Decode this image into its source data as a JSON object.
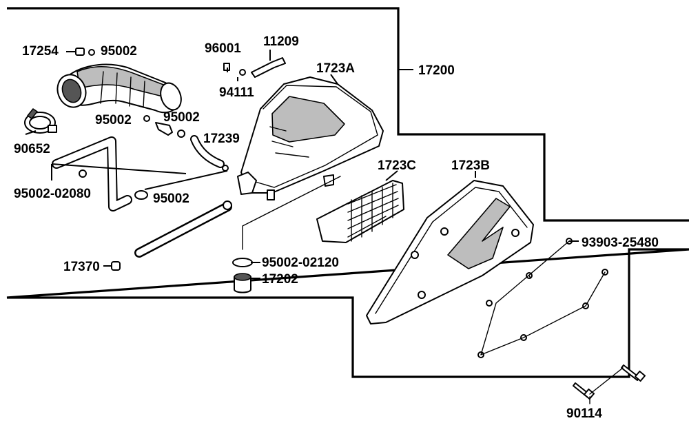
{
  "labels": {
    "p17254": "17254",
    "p95002_a": "95002",
    "p96001": "96001",
    "p11209": "11209",
    "p1723A": "1723A",
    "p17200": "17200",
    "p94111": "94111",
    "p95002_b": "95002",
    "p95002_c": "95002",
    "p90652": "90652",
    "p17239": "17239",
    "p95002_02080": "95002-02080",
    "p95002_d": "95002",
    "p1723C": "1723C",
    "p1723B": "1723B",
    "p93903_25480": "93903-25480",
    "p17370": "17370",
    "p95002_02120": "95002-02120",
    "p17202": "17202",
    "p90114": "90114"
  },
  "colors": {
    "line": "#000000",
    "fill": "#ffffff",
    "shade": "#bdbdbd"
  }
}
